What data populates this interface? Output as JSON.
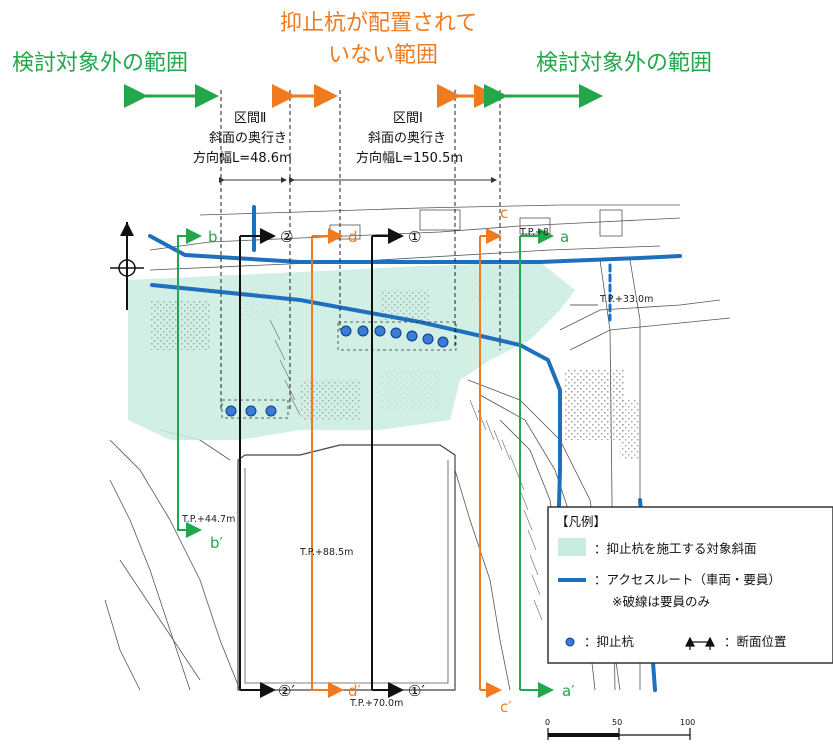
{
  "headings": {
    "left_out_of_scope": "検討対象外の範囲",
    "center_no_piles_line1": "抑止杭が配置されて",
    "center_no_piles_line2": "いない範囲",
    "right_out_of_scope": "検討対象外の範囲"
  },
  "sections": {
    "section2": {
      "title": "区間Ⅱ",
      "depth_label": "斜面の奥行き",
      "width_label": "方向幅L=48.6m"
    },
    "section1": {
      "title": "区間Ⅰ",
      "depth_label": "斜面の奥行き",
      "width_label": "方向幅L=150.5m"
    }
  },
  "elevations": {
    "tp_upper_right": "T.P.+33.0m",
    "tp_left": "T.P.+44.7m",
    "tp_center": "T.P.+88.5m",
    "tp_bottom": "T.P.+70.0m",
    "tp_top_partial": "T.P.+8"
  },
  "section_marks": {
    "b_top": "b",
    "b_bottom": "b′",
    "two_top": "②",
    "two_bottom": "②′",
    "d_top": "d",
    "d_bottom": "d′",
    "one_top": "①",
    "one_bottom": "①′",
    "c_top": "c",
    "c_bottom": "c′",
    "a_top": "a",
    "a_bottom": "a′"
  },
  "legend": {
    "title": "【凡例】",
    "slope_item": "：抑止杭を施工する対象斜面",
    "route_item": "：アクセスルート（車両・要員）",
    "route_note": "※破線は要員のみ",
    "pile_item": "：抑止杭",
    "section_item": "：断面位置"
  },
  "scale_bar": {
    "ticks": [
      "0",
      "50",
      "100"
    ]
  },
  "colors": {
    "green": "#22a84a",
    "orange": "#f07b1e",
    "blue_route": "#1f6fbf",
    "slope_fill": "#c9ece1",
    "pile": "#3a7bd5"
  }
}
